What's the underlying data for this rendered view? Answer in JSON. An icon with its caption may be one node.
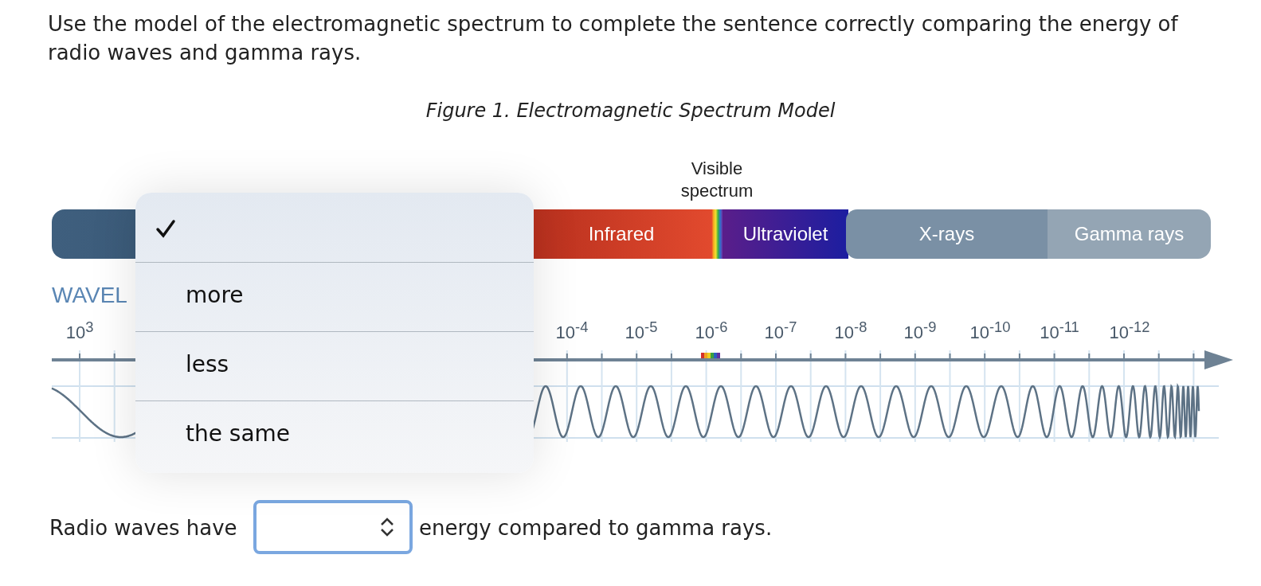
{
  "diagram": {
    "title": "Use the model of the electromagnetic spectrum to complete the sentence correctly comparing the energy of radio waves and gamma rays.",
    "caption": "Figure 1. Electromagnetic Spectrum Model",
    "nodes": [
      {
        "text": [],
        "shape": "bar"
      },
      {
        "text": [
          "Infrared"
        ]
      },
      {
        "text": [],
        "shape": "bar"
      },
      {
        "text": [
          "Ultraviolet"
        ]
      },
      {
        "text": [
          "X-rays"
        ]
      },
      {
        "text": [
          "Gamma rays"
        ]
      }
    ],
    "edges": [],
    "labels": [
      "Visible spectrum",
      "WAVEL",
      "10$^{3}$",
      "10$^{-4}$",
      "10$^{-5}$",
      "10$^{-6}$",
      "10$^{-7}$",
      "10$^{-8}$",
      "10$^{-9}$",
      "10$^{-10}$",
      "10$^{-11}$",
      "10$^{-12}$",
      "more",
      "less",
      "the same",
      "Radio waves have",
      "energy compared to gamma rays."
    ]
  }
}
